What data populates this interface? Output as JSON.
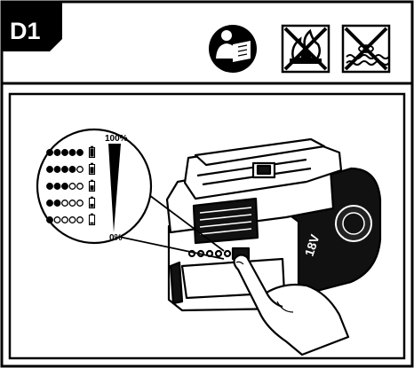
{
  "header": {
    "step_label": "D1",
    "icons": [
      "read-manual-icon",
      "no-fire-icon",
      "no-water-icon"
    ]
  },
  "indicator": {
    "top_label": "100%",
    "bottom_label": "0%",
    "levels": [
      {
        "filled": 5,
        "empty": 0,
        "battery_fill": 1.0
      },
      {
        "filled": 4,
        "empty": 1,
        "battery_fill": 0.8
      },
      {
        "filled": 3,
        "empty": 2,
        "battery_fill": 0.6
      },
      {
        "filled": 2,
        "empty": 3,
        "battery_fill": 0.4
      },
      {
        "filled": 1,
        "empty": 4,
        "battery_fill": 0.2
      }
    ]
  },
  "colors": {
    "ink": "#000000",
    "paper": "#ffffff"
  }
}
